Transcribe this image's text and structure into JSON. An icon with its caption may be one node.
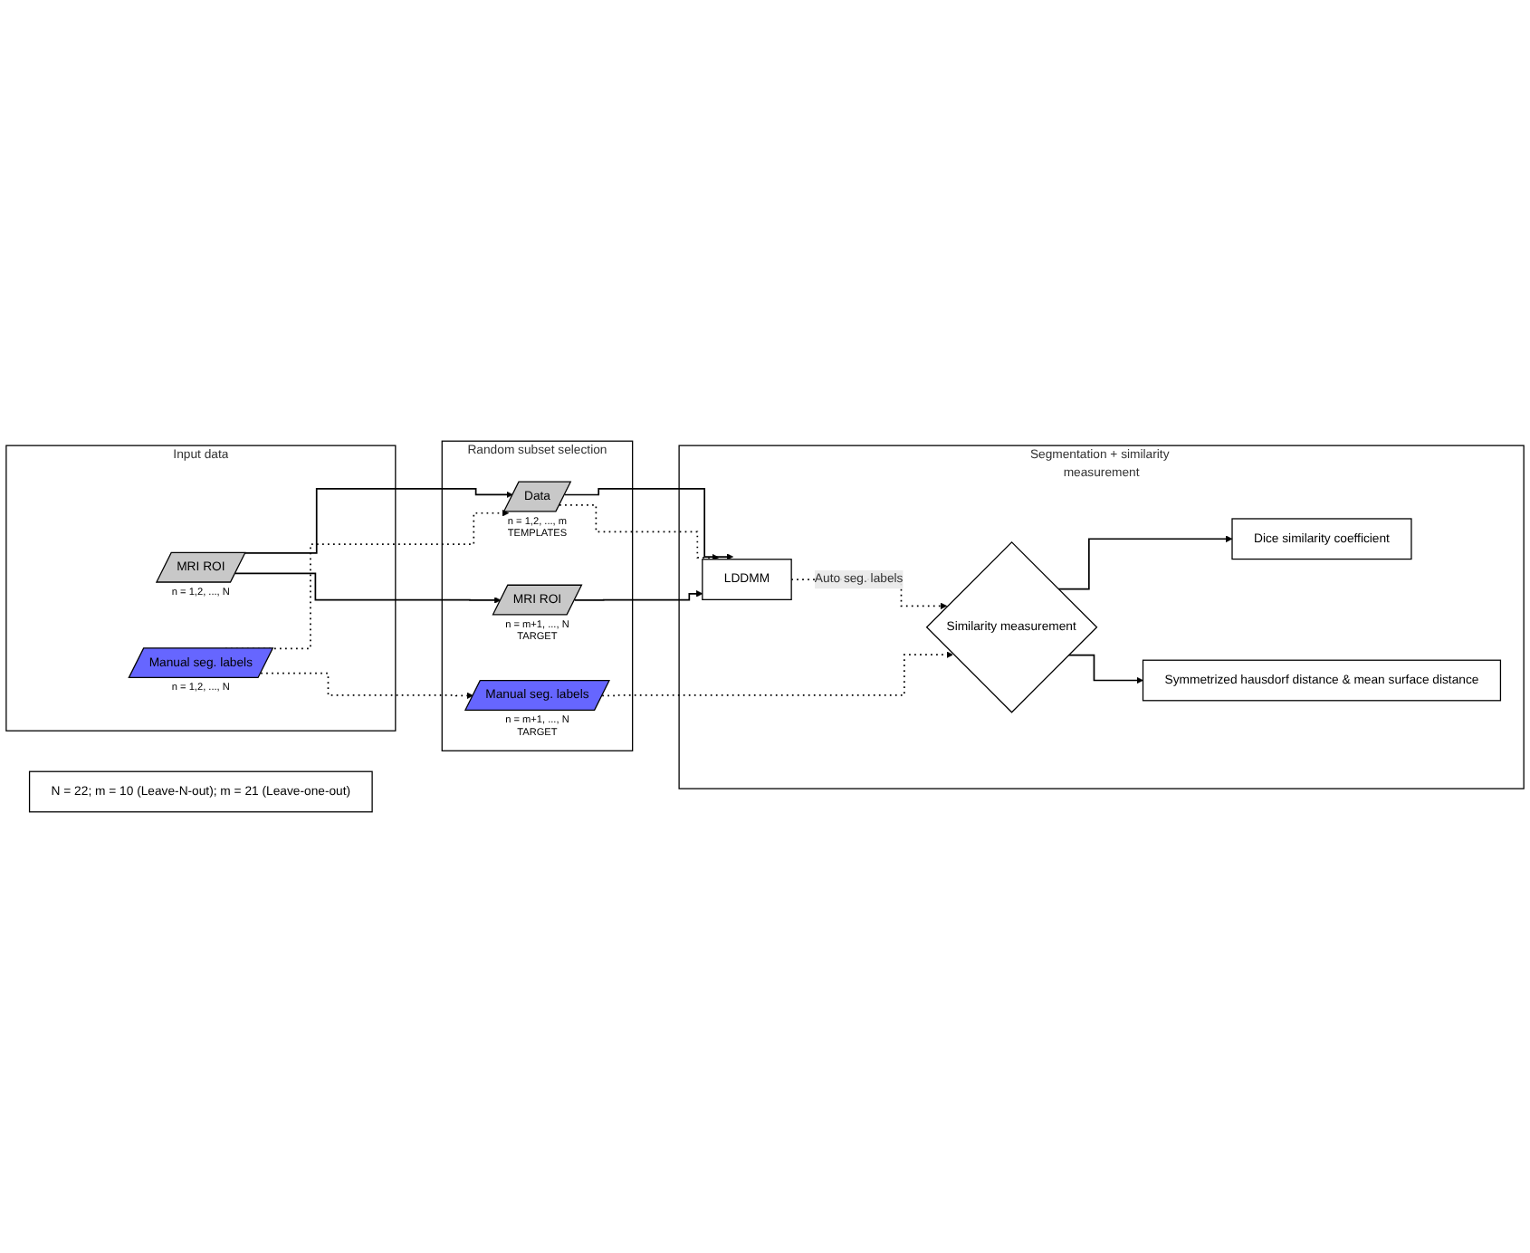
{
  "diagram": {
    "nodes": [
      {
        "text": [
          "Input data"
        ]
      },
      {
        "text": [
          "MRI ROI"
        ],
        "in": 0,
        "beside": [
          "n = 1,2, ..., N"
        ]
      },
      {
        "text": [
          "Manual seg. labels"
        ],
        "in": 0,
        "beside": [
          "n = 1,2, ..., N"
        ]
      },
      {
        "text": [
          "Random subset selection"
        ]
      },
      {
        "text": [
          "Data"
        ],
        "in": 3,
        "beside": [
          "n = 1,2, ..., m",
          "TEMPLATES"
        ]
      },
      {
        "text": [
          "MRI ROI"
        ],
        "in": 3,
        "beside": [
          "n = m+1, ..., N",
          "TARGET"
        ]
      },
      {
        "text": [
          "Manual seg. labels"
        ],
        "in": 3,
        "beside": [
          "n = m+1, ..., N",
          "TARGET"
        ]
      },
      {
        "text": [
          "Segmentation + similarity measurement"
        ]
      },
      {
        "text": [
          "LDDMM"
        ],
        "in": 7
      },
      {
        "text": [
          "Similarity measurement"
        ],
        "in": 7
      },
      {
        "text": [
          "Dice similarity coefficient"
        ],
        "in": 7
      },
      {
        "text": [
          "Symmetrized hausdorf distance & mean surface distance"
        ],
        "in": 7
      },
      {
        "text": [
          "N = 22; m = 10 (Leave-N-out); m = 21 (Leave-one-out)"
        ]
      }
    ],
    "edges": [
      {
        "from": 1,
        "to": 4,
        "arrow": "to"
      },
      {
        "from": 1,
        "to": 5,
        "arrow": "to"
      },
      {
        "from": 2,
        "to": 4,
        "arrow": "to",
        "style": "dashed"
      },
      {
        "from": 2,
        "to": 6,
        "arrow": "to",
        "style": "dashed"
      },
      {
        "from": 4,
        "to": 8,
        "arrow": "to"
      },
      {
        "from": 4,
        "to": 8,
        "arrow": "to",
        "style": "dashed"
      },
      {
        "from": 5,
        "to": 8,
        "arrow": "to"
      },
      {
        "from": 8,
        "to": 9,
        "arrow": "to",
        "style": "dashed",
        "label": "Auto seg. labels"
      },
      {
        "from": 6,
        "to": 9,
        "arrow": "to",
        "style": "dashed"
      },
      {
        "from": 9,
        "to": 10,
        "arrow": "to"
      },
      {
        "from": 9,
        "to": 11,
        "arrow": "to"
      }
    ]
  }
}
